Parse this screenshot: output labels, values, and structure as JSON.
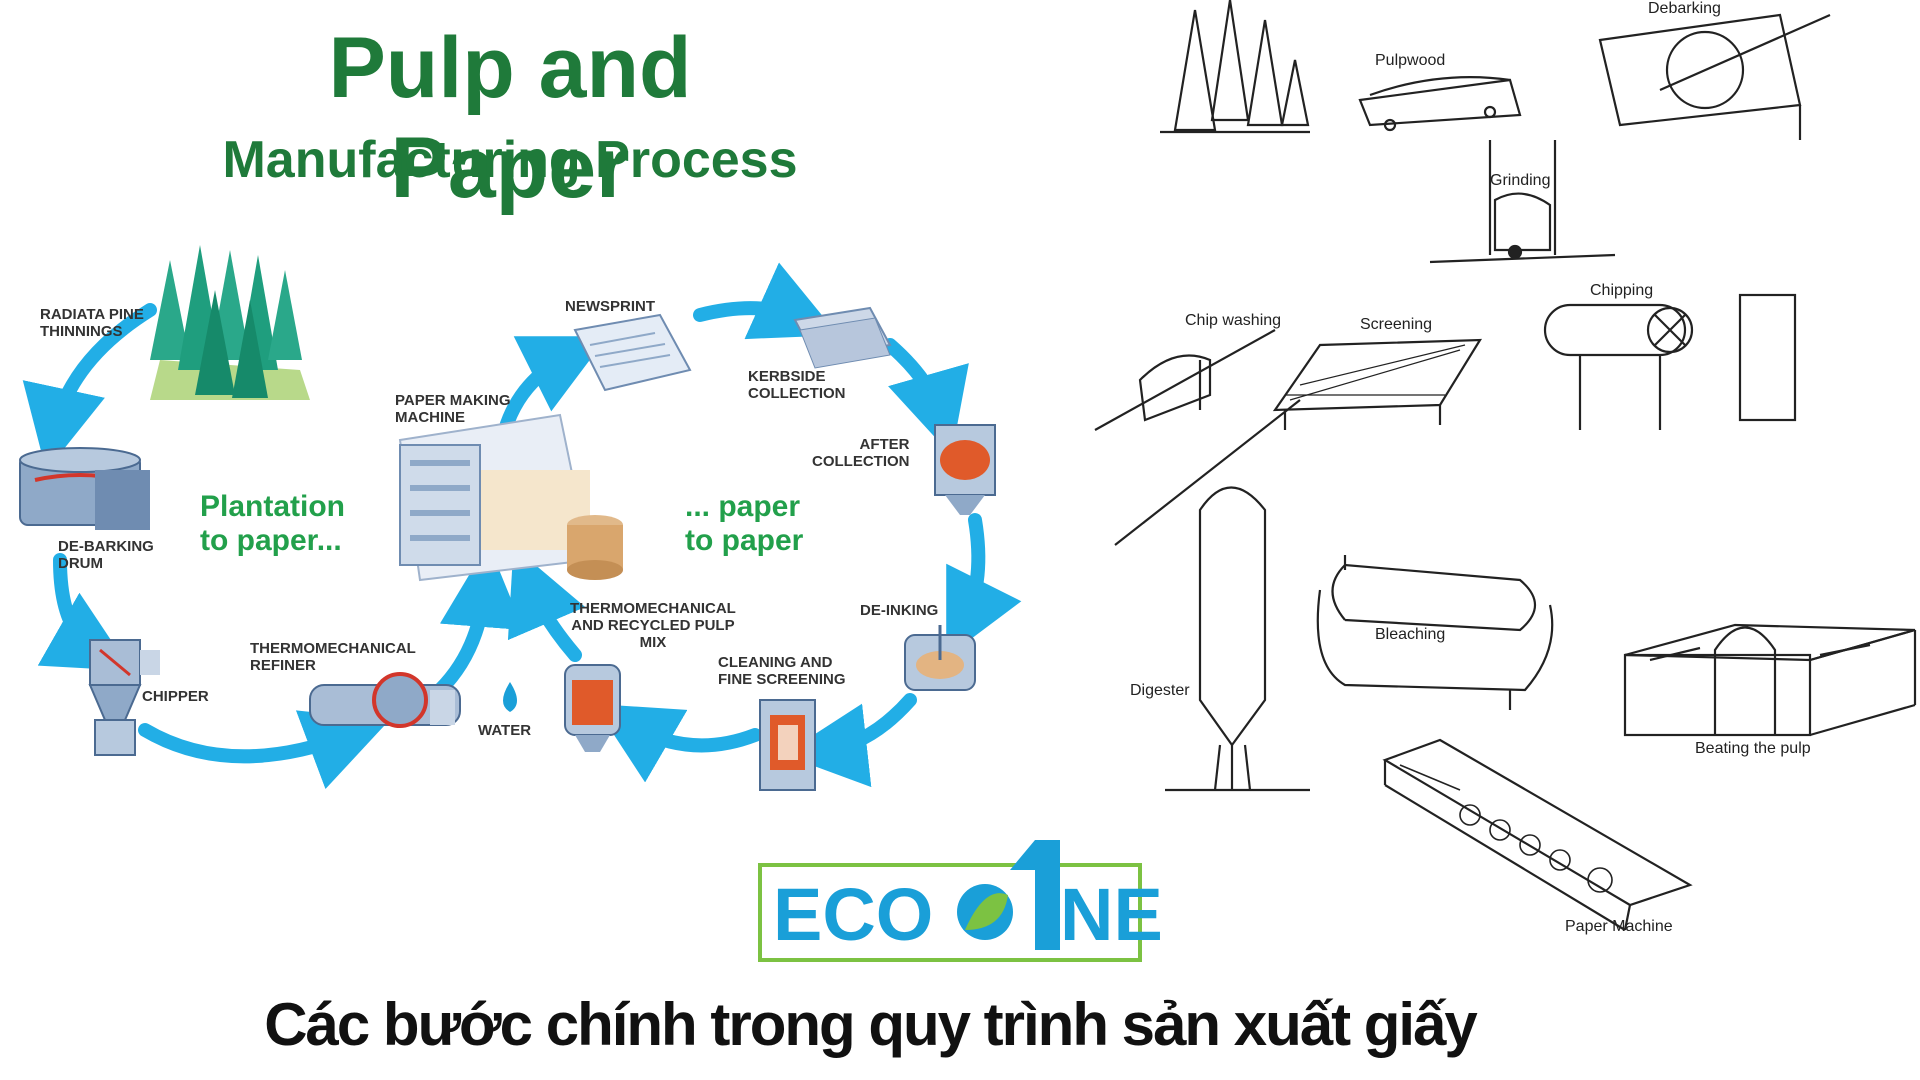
{
  "title": {
    "line1": "Pulp and Paper",
    "line2": "Manufacturing Process"
  },
  "cycle": {
    "left_caption": [
      "Plantation",
      "to paper..."
    ],
    "right_caption": [
      "... paper",
      "to paper"
    ],
    "labels": {
      "radiata": [
        "RADIATA PINE",
        "THINNINGS"
      ],
      "debarking": [
        "DE-BARKING",
        "DRUM"
      ],
      "chipper": [
        "CHIPPER"
      ],
      "refiner": [
        "THERMOMECHANICAL",
        "REFINER"
      ],
      "water": [
        "WATER"
      ],
      "paper_machine": [
        "PAPER MAKING",
        "MACHINE"
      ],
      "newsprint": [
        "NEWSPRINT"
      ],
      "kerbside": [
        "KERBSIDE",
        "COLLECTION"
      ],
      "after": [
        "AFTER",
        "COLLECTION"
      ],
      "deinking": [
        "DE-INKING"
      ],
      "cleaning": [
        "CLEANING AND",
        "FINE SCREENING"
      ],
      "tmp_mix": [
        "THERMOMECHANICAL",
        "AND RECYCLED PULP",
        "MIX"
      ]
    }
  },
  "sketch": {
    "debarking": "Debarking",
    "pulpwood": "Pulpwood",
    "grinding": "Grinding",
    "chip_washing": "Chip washing",
    "screening": "Screening",
    "chipping": "Chipping",
    "digester": "Digester",
    "bleaching": "Bleaching",
    "beating": "Beating the pulp",
    "paper_machine": "Paper Machine"
  },
  "logo": {
    "left": "ECO",
    "right": "NE"
  },
  "caption": "Các bước chính trong quy trình sản xuất giấy",
  "colors": {
    "title_green": "#1f7a3a",
    "caption_green": "#22a04b",
    "arrow_blue": "#22aee6",
    "logo_blue": "#1a9fd8",
    "logo_border": "#7cc242"
  }
}
